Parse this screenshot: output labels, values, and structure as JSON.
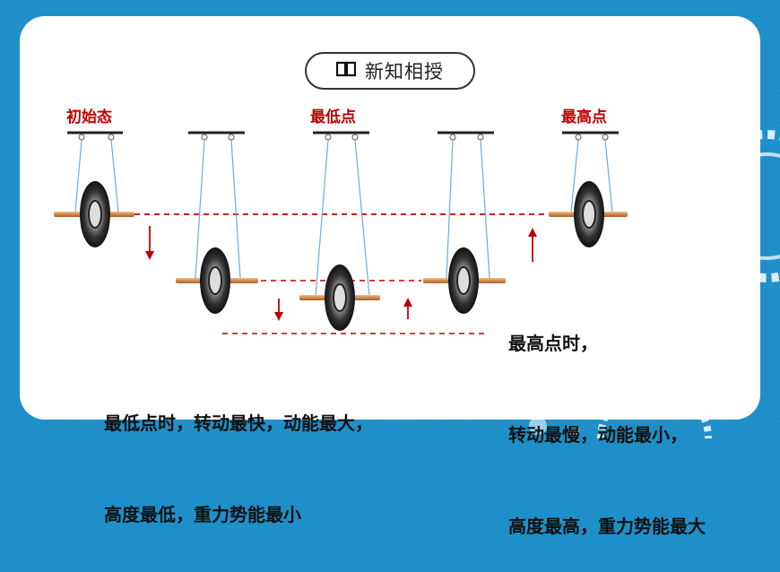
{
  "header": {
    "title": "新知相授",
    "icon": "book-icon"
  },
  "labels": {
    "initial_state": "初始态",
    "lowest_point": "最低点",
    "highest_point": "最高点"
  },
  "captions": {
    "highest": [
      "最高点时，",
      "转动最慢，动能最小，",
      "高度最高，重力势能最大"
    ],
    "lowest": [
      "最低点时，转动最快，动能最大，",
      "高度最低，重力势能最小"
    ]
  },
  "colors": {
    "background": "#1f8fc9",
    "card": "#ffffff",
    "label_red": "#c00000",
    "arrow_red": "#c00000",
    "dashed_line": "#c00000",
    "string": "#6fa8dc",
    "axle": "#d99a5b"
  }
}
